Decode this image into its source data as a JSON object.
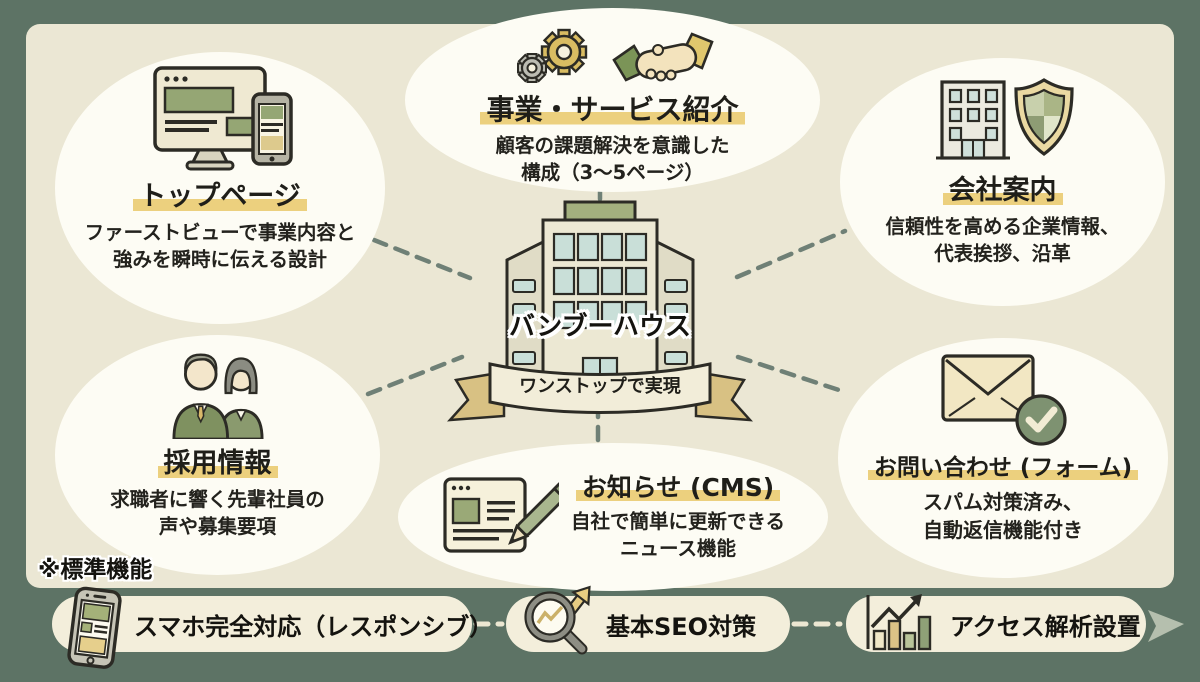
{
  "center": {
    "building_label": "バンブーハウス",
    "ribbon_label": "ワンストップで実現"
  },
  "nodes": [
    {
      "id": "top-page",
      "icon": "desktop-and-smartphone-icon",
      "title": "トップページ",
      "desc_lines": [
        "ファーストビューで事業内容と",
        "強みを瞬時に伝える設計"
      ]
    },
    {
      "id": "services",
      "icon": "gears-and-handshake-icon",
      "title": "事業・サービス紹介",
      "desc_lines": [
        "顧客の課題解決を意識した",
        "構成（3〜5ページ）"
      ]
    },
    {
      "id": "company-profile",
      "icon": "office-building-and-shield-icon",
      "title": "会社案内",
      "desc_lines": [
        "信頼性を高める企業情報、",
        "代表挨拶、沿革"
      ]
    },
    {
      "id": "recruit",
      "icon": "two-employees-icon",
      "title": "採用情報",
      "desc_lines": [
        "求職者に響く先輩社員の",
        "声や募集要項"
      ]
    },
    {
      "id": "news-cms",
      "icon": "article-and-pencil-icon",
      "title": "お知らせ (CMS)",
      "desc_lines": [
        "自社で簡単に更新できる",
        "ニュース機能"
      ]
    },
    {
      "id": "contact-form",
      "icon": "envelope-check-icon",
      "title": "お問い合わせ (フォーム)",
      "desc_lines": [
        "スパム対策済み、",
        "自動返信機能付き"
      ]
    }
  ],
  "footer": {
    "note": "※標準機能",
    "items": [
      {
        "icon": "smartphone-icon",
        "label": "スマホ完全対応（レスポンシブ）"
      },
      {
        "icon": "seo-magnifier-icon",
        "label": "基本SEO対策"
      },
      {
        "icon": "analytics-chart-icon",
        "label": "アクセス解析設置"
      }
    ]
  },
  "colors": {
    "frame_green": "#5d7365",
    "panel_cream": "#ebe7d4",
    "bubble_white": "#fdfcf4",
    "highlight_yellow": "#ecd07e",
    "pill_cream": "#f3eedb",
    "dash_green": "#6f8076",
    "dash_cream": "#ece7d2",
    "accent_tan": "#d9bc62",
    "accent_green": "#7e9271"
  }
}
